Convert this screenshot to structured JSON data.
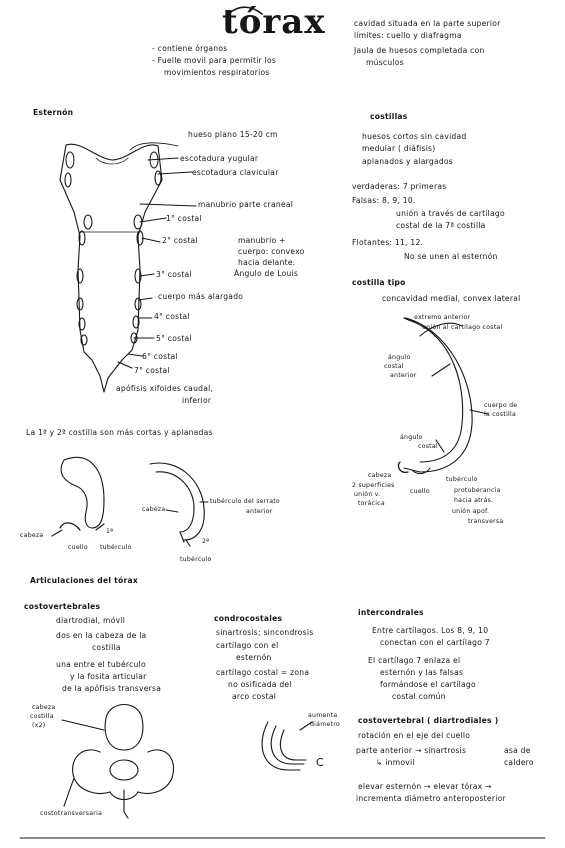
{
  "title": "tórax",
  "intro": {
    "bullet1": "- contiene órganos",
    "bullet2a": "- Fuelle movil para permitir los",
    "bullet2b": "movimientos respiratorios",
    "right1": "cavidad situada en la parte superior",
    "right2": "límites: cuello y diafragma",
    "right3": "Jaula de huesos completada con",
    "right4": "músculos"
  },
  "esternon": {
    "heading": "Esternón",
    "l_plano": "hueso plano 15-20 cm",
    "l_yugular": "escotadura yugular",
    "l_clavicular": "escotadura clavicular",
    "l_manubrio": "manubrio  parte craneal",
    "l_1": "1° costal",
    "l_2": "2° costal",
    "l_3": "3° costal",
    "l_cuerpo": "cuerpo  más alargado",
    "l_4": "4° costal",
    "l_5": "5° costal",
    "l_6": "6° costal",
    "l_7": "7° costal",
    "l_xif1": "apófisis xifoides caudal,",
    "l_xif2": "inferior",
    "note1": "manubrio +",
    "note2": "cuerpo: convexo",
    "note3": "hacia delante.",
    "note4": "Ángulo de Louis"
  },
  "costillas": {
    "heading": "costillas",
    "d1": "huesos cortos sin cavidad",
    "d2": "medular ( diáfisis)",
    "d3": "aplanados y alargados",
    "verdaderas": "verdaderas: 7 primeras",
    "falsas1": "Falsas: 8, 9, 10.",
    "falsas2": "unión a través de cartílago",
    "falsas3": "costal de la 7ª costilla",
    "flotantes1": "Flotantes: 11, 12.",
    "flotantes2": "No se unen al esternón",
    "tipo_h": "costilla tipo",
    "tipo_d": "concavidad medial, convex lateral",
    "a_ext1": "extremo anterior",
    "a_ext2": "unión al cartílago costal",
    "a_ang1": "ángulo",
    "a_ang2": "costal",
    "a_ang3": "anterior",
    "a_cuerpo1": "cuerpo de",
    "a_cuerpo2": "la costilla",
    "a_angc1": "ángulo",
    "a_angc2": "costal",
    "a_cabeza": "cabeza",
    "a_sup1": "2 superficies",
    "a_sup2": "unión v.",
    "a_sup3": "torácica",
    "a_cuello": "cuello",
    "a_tub1": "tubérculo",
    "a_tub2": "protuberancia",
    "a_tub3": "hacia atrás.",
    "a_tub4": "unión apof.",
    "a_tub5": "transversa"
  },
  "primeras": {
    "heading": "La 1ª y 2ª costilla son más cortas y aplanadas",
    "c1_cabeza": "cabeza",
    "c1_cuello": "cuello",
    "c1_tub": "tubérculo",
    "c1_num": "1ª",
    "c2_cabeza": "cabeza",
    "c2_tub": "tubérculo del serrato",
    "c2_tub2": "anterior",
    "c2_num": "2ª",
    "c2_tub3": "tubérculo"
  },
  "articulaciones": {
    "heading": "Articulaciones del tórax",
    "cv_h": "costovertebrales",
    "cv1": "diartrodial, móvil",
    "cv2": "dos en la cabeza de la",
    "cv3": "costilla",
    "cv4": "una entre el tubérculo",
    "cv5": "y la fosita articular",
    "cv6": "de la apófisis transversa",
    "cc_h": "condrocostales",
    "cc1": "sinartrosis; sincondrosis",
    "cc2": "cartílago con el",
    "cc3": "esternón",
    "cc4": "cartílago costal = zona",
    "cc5": "no osificada del",
    "cc6": "arco costal",
    "ic_h": "intercondrales",
    "ic1": "Entre cartílagos. Los 8, 9, 10",
    "ic2": "conectan con el cartílago 7",
    "ic3": "El cartílago 7 enlaza el",
    "ic4": "esternón y las falsas",
    "ic5": "formándose el cartílago",
    "ic6": "costal común",
    "ce_h": "costovertebral  ( diartrodiales )",
    "ce1": "rotación en el eje del cuello",
    "ce2": "parte anterior → sinartrosis",
    "ce3": "↳ inmovil",
    "ce4": "asa de",
    "ce5": "caldero",
    "ce6": "elevar esternón → elevar tórax →",
    "ce7": "incrementa diámetro anteroposterior",
    "v_cab1": "cabeza",
    "v_cab2": "costilla",
    "v_cab3": "(x2)",
    "v_cost": "costotransversaria",
    "aum1": "aumenta",
    "aum2": "diámetro",
    "c_letter": "C"
  }
}
